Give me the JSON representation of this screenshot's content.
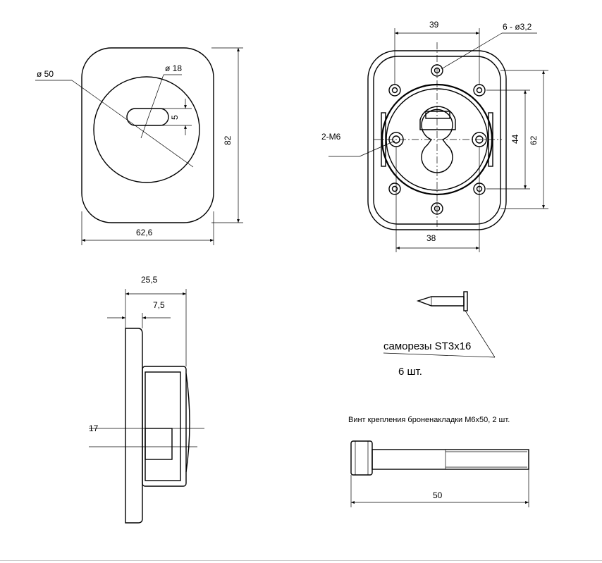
{
  "colors": {
    "line": "#000000",
    "background": "#ffffff",
    "rule": "#cccccc"
  },
  "front_view": {
    "dia_outer": "ø 50",
    "dia_inner": "ø 18",
    "slot_height": "5",
    "height": "82",
    "width": "62,6"
  },
  "back_view": {
    "hole_spacing_top": "39",
    "holes": "6 - ø3,2",
    "thread": "2-M6",
    "spacing_inner": "44",
    "spacing_outer": "62",
    "hole_spacing_bottom": "38"
  },
  "side_view": {
    "total_depth": "25,5",
    "plate_depth": "7,5",
    "cylinder_offset": "17"
  },
  "screws": {
    "label": "саморезы ST3x16",
    "quantity": "6 шт."
  },
  "bolt": {
    "title": "Винт крепления броненакладки М6х50, 2 шт.",
    "length": "50"
  }
}
